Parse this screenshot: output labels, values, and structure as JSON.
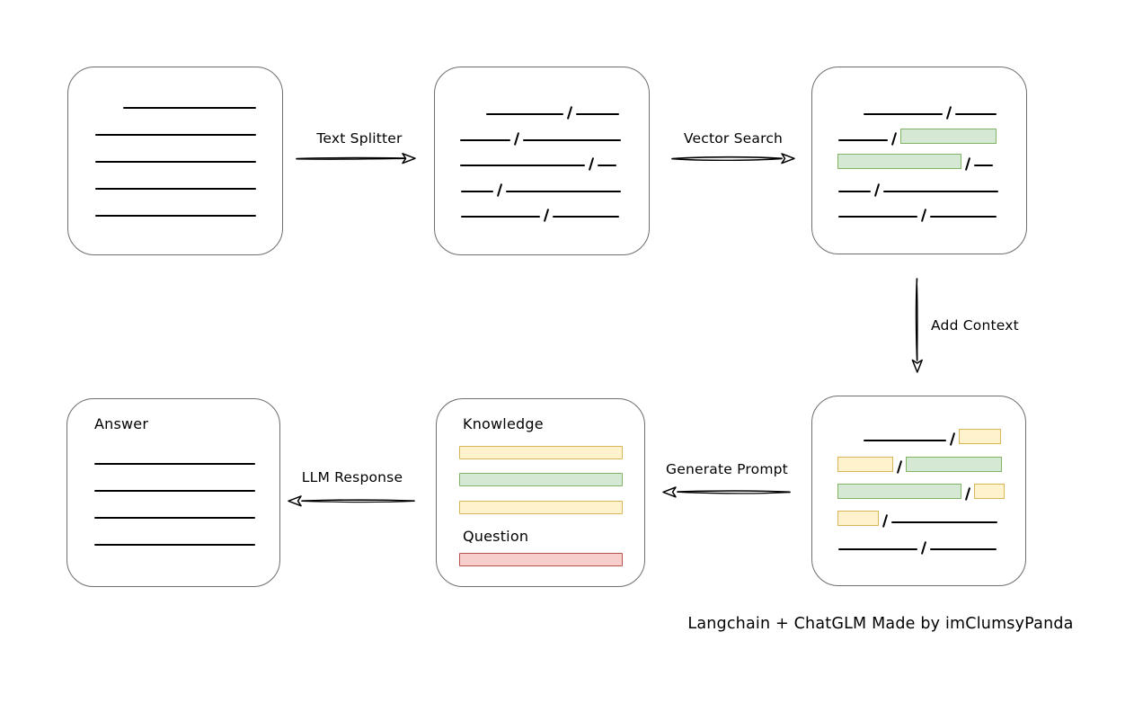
{
  "colors": {
    "ink": "#000000",
    "node_border": "#6e6e6e",
    "chunk_green_fill": "#d5e8d4",
    "chunk_green_border": "#82b366",
    "chunk_yellow_fill": "#fff2cc",
    "chunk_yellow_border": "#d6b656",
    "chunk_red_fill": "#f8cecc",
    "chunk_red_border": "#b85450"
  },
  "arrows": {
    "text_splitter": {
      "label": "Text Splitter",
      "direction": "right"
    },
    "vector_search": {
      "label": "Vector Search",
      "direction": "right"
    },
    "add_context": {
      "label": "Add Context",
      "direction": "down"
    },
    "generate_prompt": {
      "label": "Generate Prompt",
      "direction": "left"
    },
    "llm_response": {
      "label": "LLM Response",
      "direction": "left"
    }
  },
  "nodes": {
    "document": {
      "lines": [
        {
          "indent": 31,
          "w": 148
        },
        {
          "indent": 0,
          "w": 179
        },
        {
          "indent": 0,
          "w": 179
        },
        {
          "indent": 0,
          "w": 179
        },
        {
          "indent": 0,
          "w": 179
        }
      ]
    },
    "split_text": {
      "rows": [
        {
          "indent": 29,
          "segs": [
            {
              "t": "line",
              "w": 86
            },
            {
              "t": "slash"
            },
            {
              "t": "line",
              "w": 48
            }
          ]
        },
        {
          "indent": 0,
          "segs": [
            {
              "t": "line",
              "w": 56
            },
            {
              "t": "slash"
            },
            {
              "t": "line",
              "w": 109
            }
          ]
        },
        {
          "indent": 0,
          "segs": [
            {
              "t": "line",
              "w": 139
            },
            {
              "t": "slash"
            },
            {
              "t": "line",
              "w": 21
            }
          ]
        },
        {
          "indent": 1,
          "segs": [
            {
              "t": "line",
              "w": 36
            },
            {
              "t": "slash"
            },
            {
              "t": "line",
              "w": 128
            }
          ]
        },
        {
          "indent": 1,
          "segs": [
            {
              "t": "line",
              "w": 88
            },
            {
              "t": "slash"
            },
            {
              "t": "line",
              "w": 74
            }
          ]
        }
      ]
    },
    "search_result": {
      "rows": [
        {
          "indent": 29,
          "segs": [
            {
              "t": "line",
              "w": 88
            },
            {
              "t": "slash"
            },
            {
              "t": "line",
              "w": 46
            }
          ]
        },
        {
          "indent": 1,
          "segs": [
            {
              "t": "line",
              "w": 55
            },
            {
              "t": "slash"
            },
            {
              "t": "green",
              "w": 107
            }
          ]
        },
        {
          "indent": 0,
          "segs": [
            {
              "t": "green",
              "w": 138
            },
            {
              "t": "slash"
            },
            {
              "t": "line",
              "w": 21
            }
          ]
        },
        {
          "indent": 1,
          "segs": [
            {
              "t": "line",
              "w": 36
            },
            {
              "t": "slash"
            },
            {
              "t": "line",
              "w": 128
            }
          ]
        },
        {
          "indent": 1,
          "segs": [
            {
              "t": "line",
              "w": 88
            },
            {
              "t": "slash"
            },
            {
              "t": "line",
              "w": 74
            }
          ]
        }
      ]
    },
    "context": {
      "rows": [
        {
          "indent": 29,
          "segs": [
            {
              "t": "line",
              "w": 92
            },
            {
              "t": "slash"
            },
            {
              "t": "yellow",
              "w": 47
            }
          ]
        },
        {
          "indent": 0,
          "segs": [
            {
              "t": "yellow",
              "w": 62
            },
            {
              "t": "slash"
            },
            {
              "t": "green",
              "w": 107
            }
          ]
        },
        {
          "indent": 0,
          "segs": [
            {
              "t": "green",
              "w": 138
            },
            {
              "t": "slash"
            },
            {
              "t": "yellow",
              "w": 34
            }
          ]
        },
        {
          "indent": 0,
          "segs": [
            {
              "t": "yellow",
              "w": 46
            },
            {
              "t": "slash"
            },
            {
              "t": "line",
              "w": 118
            }
          ]
        },
        {
          "indent": 1,
          "segs": [
            {
              "t": "line",
              "w": 88
            },
            {
              "t": "slash"
            },
            {
              "t": "line",
              "w": 74
            }
          ]
        }
      ]
    },
    "prompt": {
      "knowledge_label": "Knowledge",
      "question_label": "Question",
      "knowledge_bars": [
        "yellow",
        "green",
        "yellow"
      ],
      "question_bars": [
        "red"
      ]
    },
    "answer": {
      "label": "Answer",
      "lines": [
        {
          "w": 179
        },
        {
          "w": 179
        },
        {
          "w": 179
        },
        {
          "w": 179
        }
      ]
    }
  },
  "credit": "Langchain + ChatGLM Made by imClumsyPanda"
}
